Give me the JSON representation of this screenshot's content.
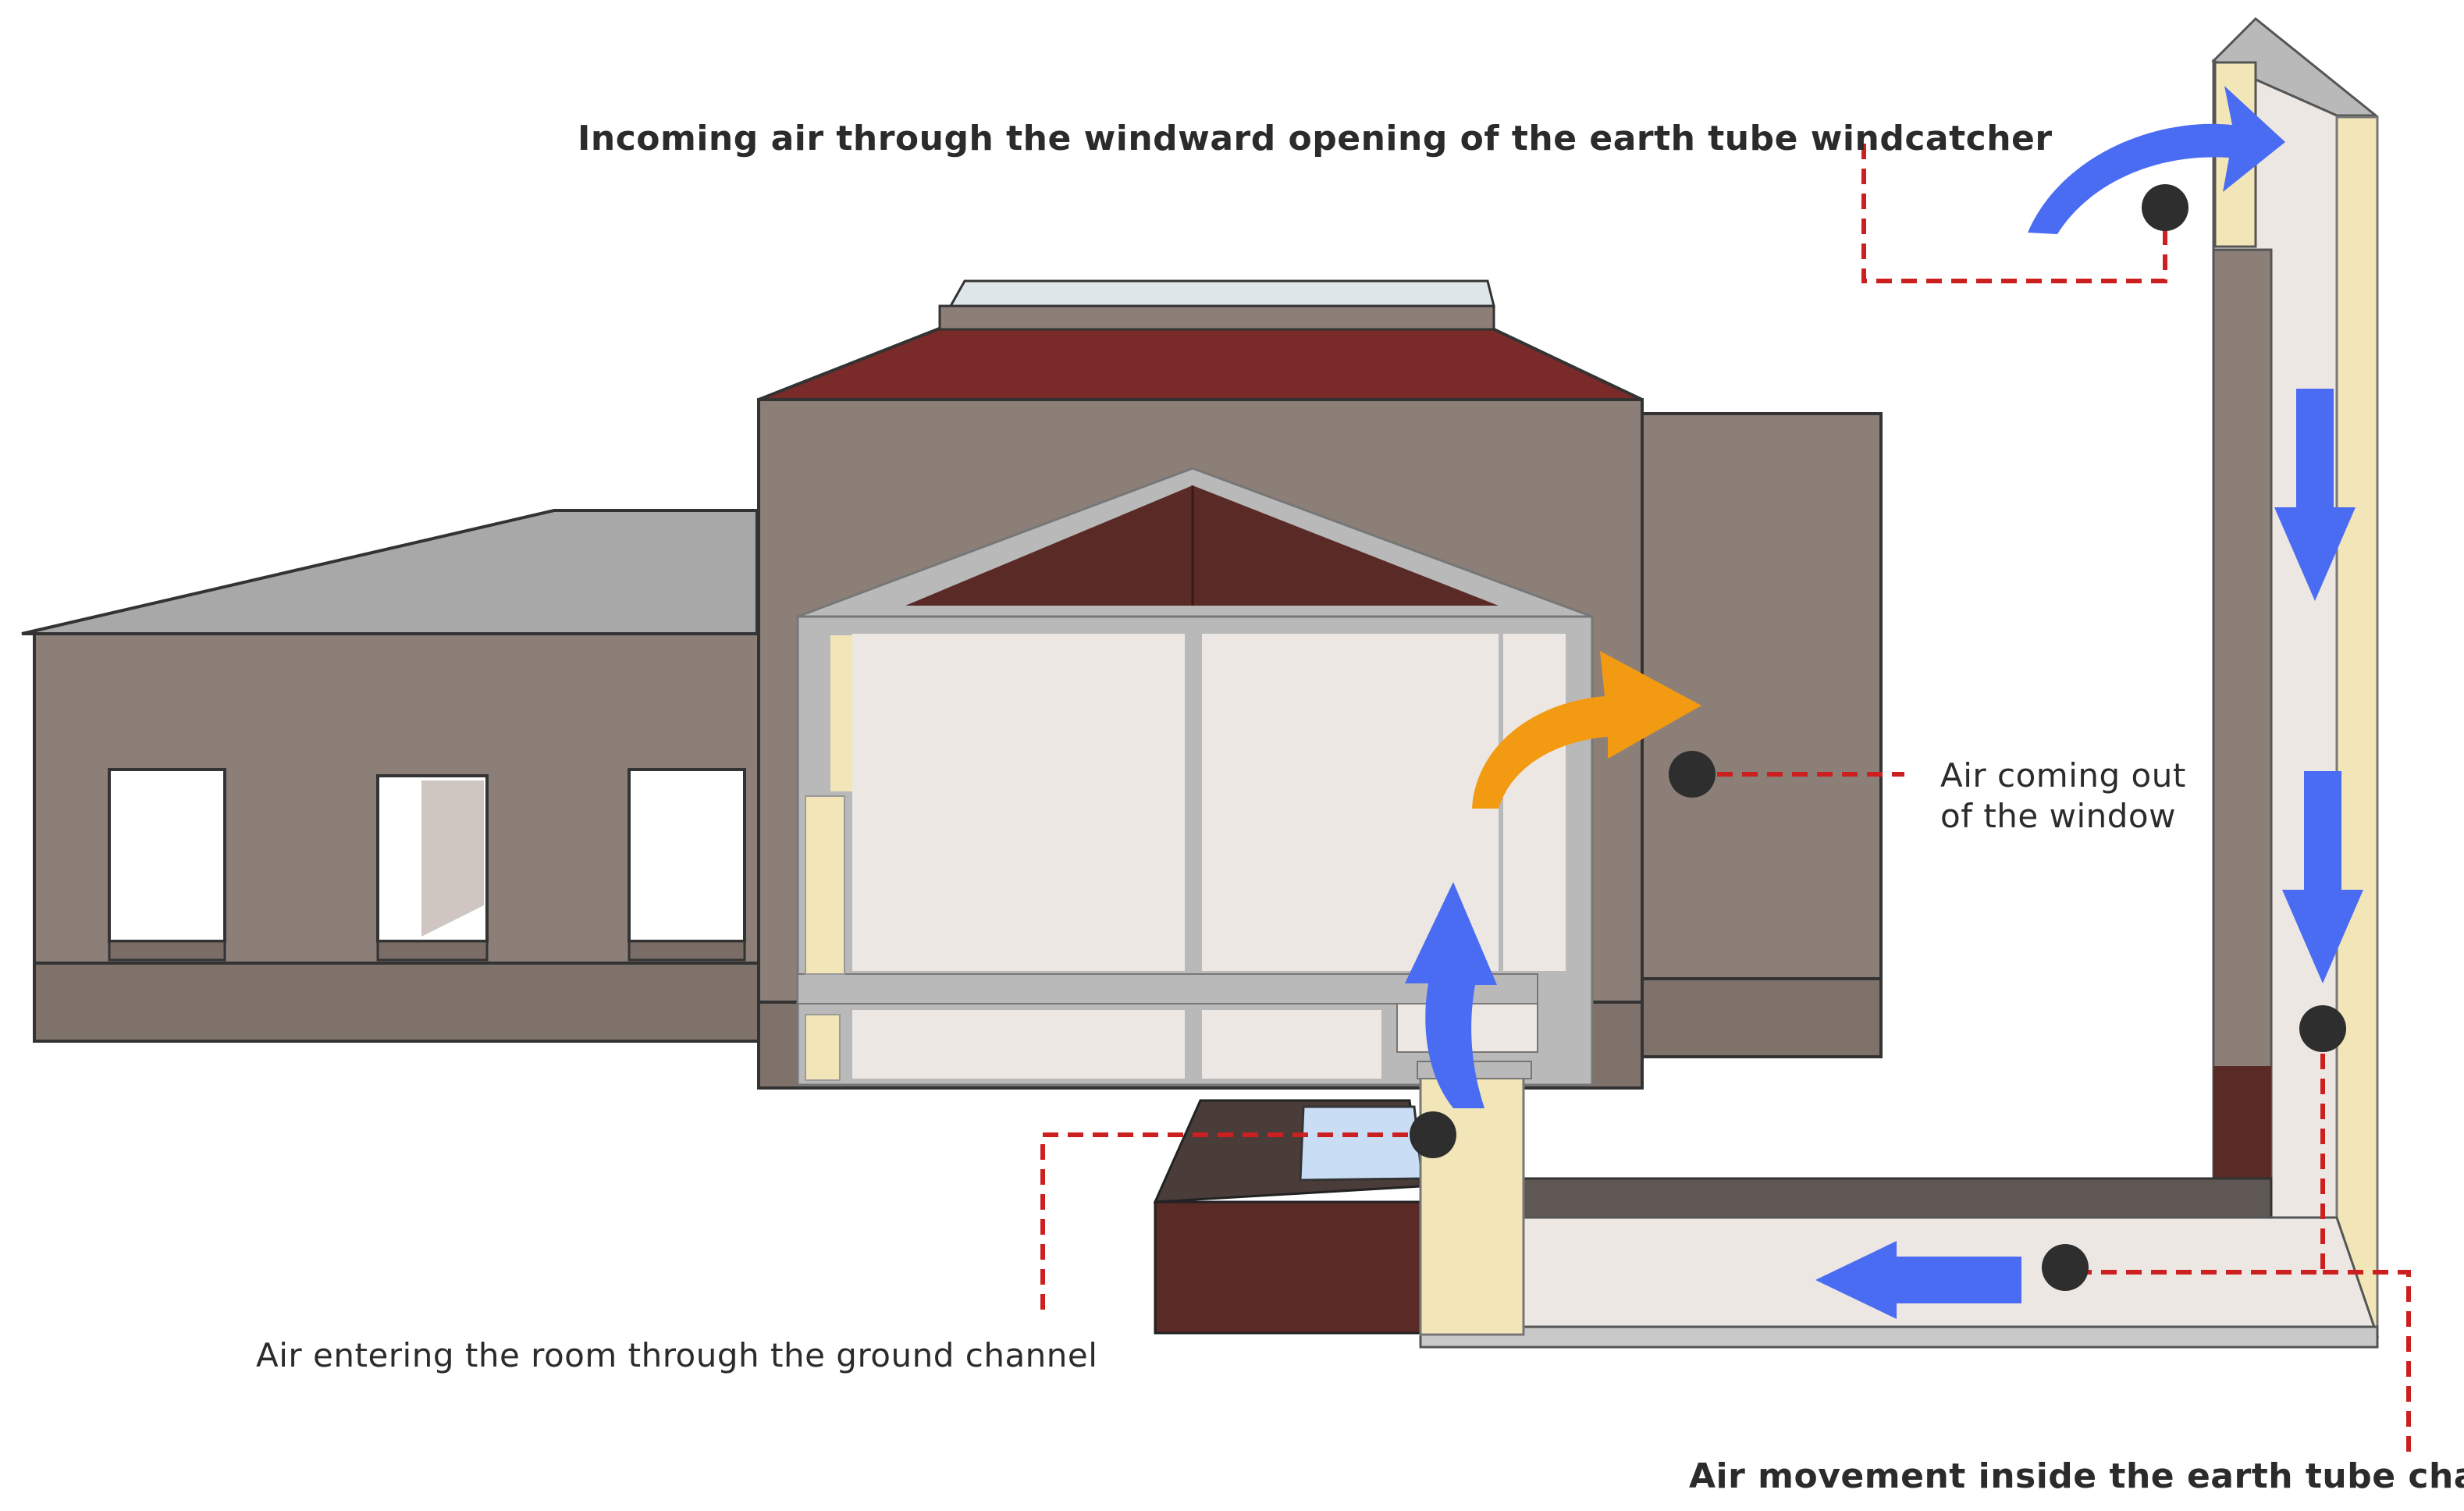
{
  "labels": {
    "incoming_air": "Incoming air through the windward opening of the earth tube windcatcher",
    "air_out_line1": "Air coming out",
    "air_out_line2": "of the window",
    "air_entering": "Air entering the room through the ground channel",
    "air_movement": "Air movement inside the earth tube channel"
  },
  "colors": {
    "wall": "#8c7f78",
    "wall_dark": "#7a6d66",
    "roof_red": "#7a2a28",
    "roof_grey": "#a8a8a8",
    "brick": "#5a2a26",
    "interior": "#ece7e3",
    "insulation": "#f2e6b8",
    "frame": "#b9b9b9",
    "arrow_blue": "#4a6cf2",
    "arrow_orange": "#f29a12",
    "leader_red": "#cc1f1f",
    "marker": "#2e2e2e"
  }
}
